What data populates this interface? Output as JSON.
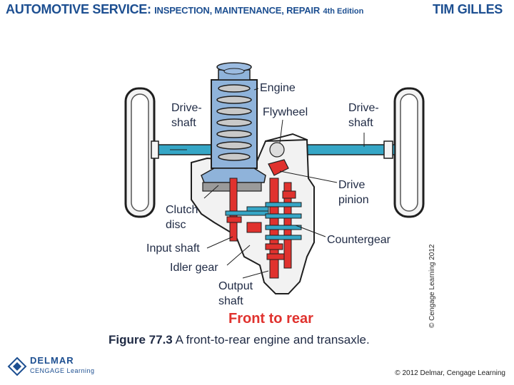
{
  "header": {
    "title_main": "AUTOMOTIVE SERVICE:",
    "title_sub": "INSPECTION, MAINTENANCE, REPAIR",
    "edition": "4th Edition",
    "author": "TIM GILLES"
  },
  "diagram": {
    "labels": {
      "engine": "Engine",
      "driveshaft_left_1": "Drive-",
      "driveshaft_left_2": "shaft",
      "flywheel": "Flywheel",
      "driveshaft_right_1": "Drive-",
      "driveshaft_right_2": "shaft",
      "drive_pinion_1": "Drive",
      "drive_pinion_2": "pinion",
      "clutch_disc_1": "Clutch",
      "clutch_disc_2": "disc",
      "countergear": "Countergear",
      "input_shaft": "Input shaft",
      "idler_gear": "Idler gear",
      "output_shaft_1": "Output",
      "output_shaft_2": "shaft"
    },
    "credit_vertical": "© Cengage Learning 2012",
    "subtitle": "Front to rear"
  },
  "caption": {
    "figure": "Figure 77.3",
    "text": "A front-to-rear engine and transaxle."
  },
  "logo": {
    "brand": "DELMAR",
    "sub": "CENGAGE Learning"
  },
  "footer": {
    "copyright": "© 2012 Delmar, Cengage Learning"
  },
  "colors": {
    "brand_blue": "#1d4f91",
    "engine_blue": "#8fb3da",
    "shaft_teal": "#35a6c6",
    "gear_red": "#e0322e",
    "housing_gray": "#f2f2f2"
  }
}
